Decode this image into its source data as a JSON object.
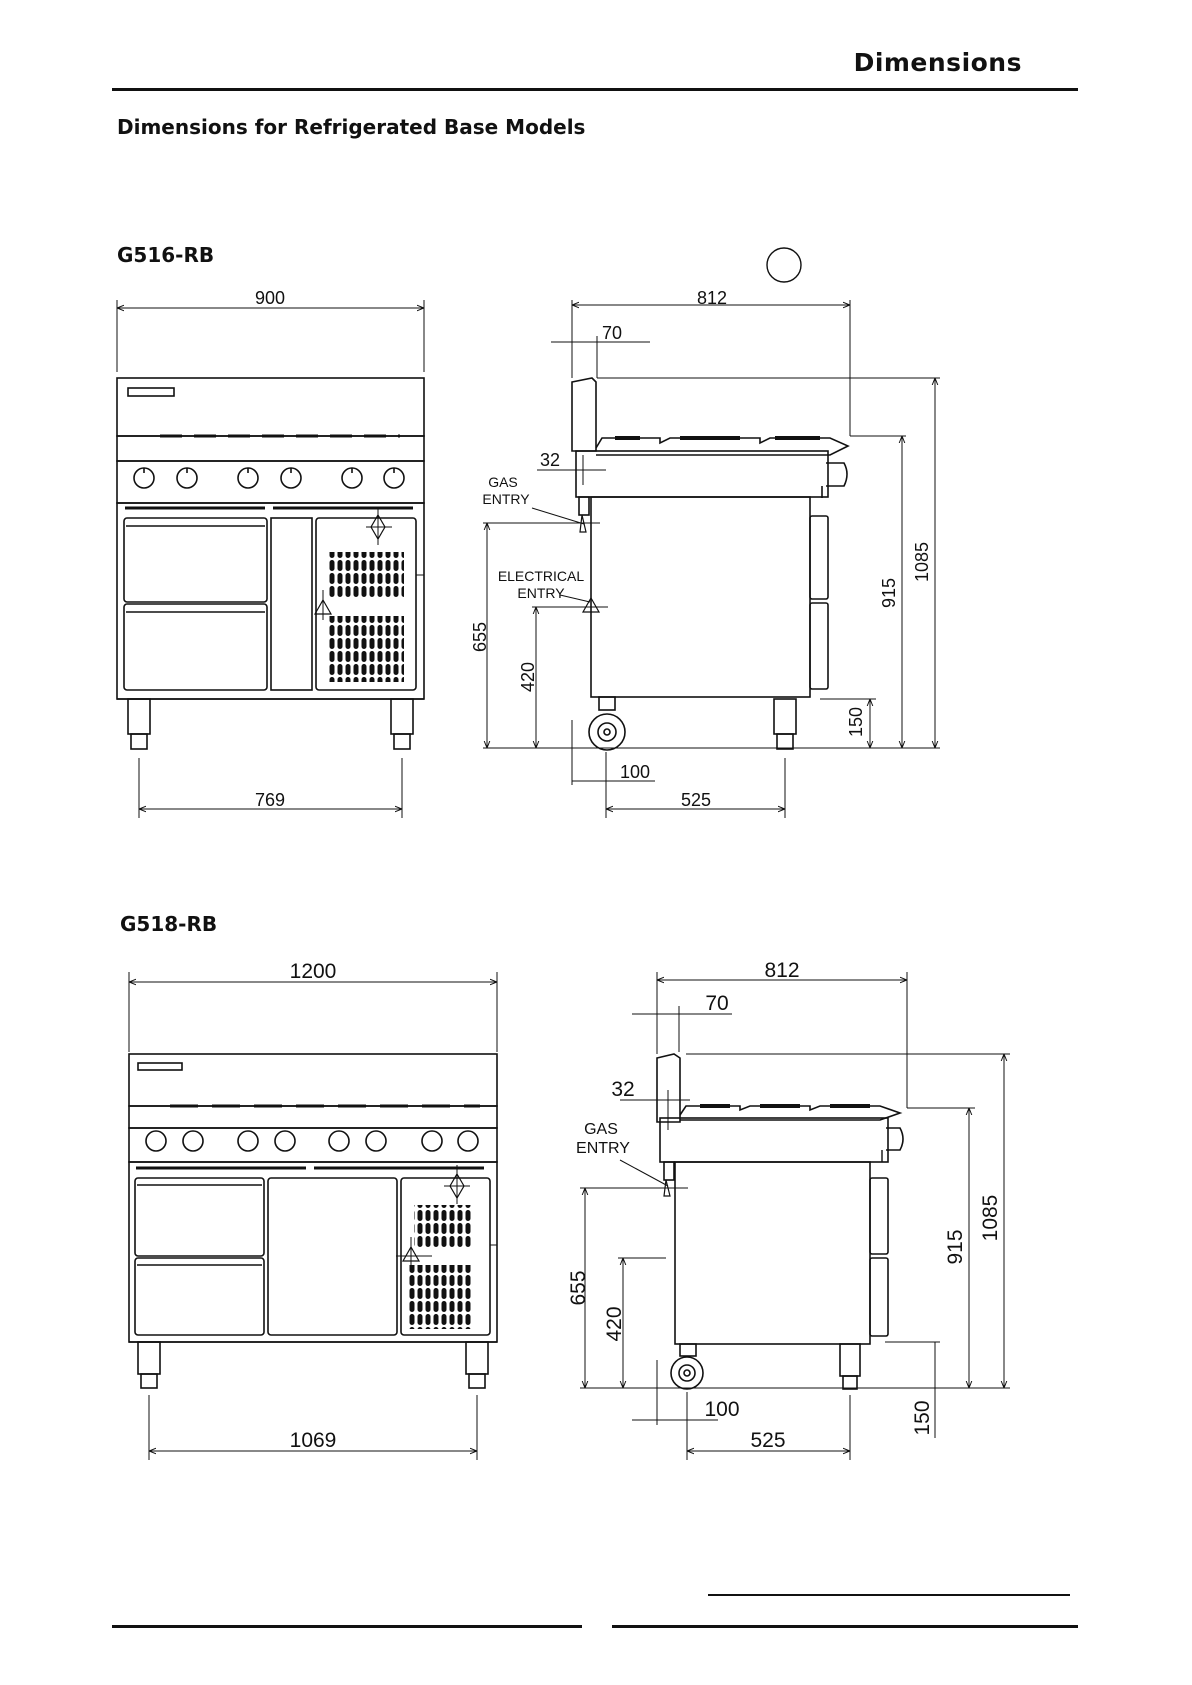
{
  "header": {
    "title": "Dimensions"
  },
  "section": {
    "title": "Dimensions for Refrigerated Base Models"
  },
  "models": [
    {
      "name": "G516-RB",
      "front": {
        "width": "900",
        "legs_span": "769"
      },
      "side": {
        "depth": "812",
        "splash": "70",
        "hob_drop": "32",
        "gas_entry_label_1": "GAS",
        "gas_entry_label_2": "ENTRY",
        "elec_label_1": "ELECTRICAL",
        "elec_label_2": "ENTRY",
        "gas_height": "655",
        "elec_height": "420",
        "castor_offset": "100",
        "feet_span": "525",
        "leg_height": "150",
        "work_height": "915",
        "overall_height": "1085"
      }
    },
    {
      "name": "G518-RB",
      "front": {
        "width": "1200",
        "legs_span": "1069"
      },
      "side": {
        "depth": "812",
        "splash": "70",
        "hob_drop": "32",
        "gas_entry_label_1": "GAS",
        "gas_entry_label_2": "ENTRY",
        "gas_height": "655",
        "elec_height": "420",
        "castor_offset": "100",
        "feet_span": "525",
        "leg_height": "150",
        "work_height": "915",
        "overall_height": "1085"
      }
    }
  ]
}
